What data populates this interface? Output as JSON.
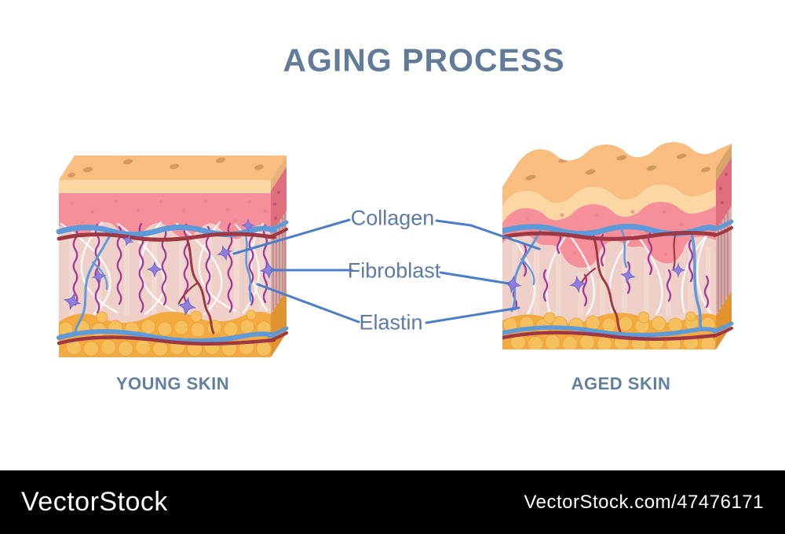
{
  "title": "AGING PROCESS",
  "annotations": {
    "collagen": "Collagen",
    "fibroblast": "Fibroblast",
    "elastin": "Elastin"
  },
  "diagrams": {
    "young": {
      "caption": "YOUNG SKIN"
    },
    "aged": {
      "caption": "AGED SKIN"
    }
  },
  "watermark": {
    "brand": "VectorStock",
    "attribution": "VectorStock.com/47476171"
  },
  "colors": {
    "title_text": "#617b99",
    "caption_text": "#64809f",
    "annotation_text": "#5d7aa6",
    "leader_line": "#4a7ec8",
    "skin_surface": "#f8bd7f",
    "surface_pore": "#d9985c",
    "stratum_corneum": "#fcd7a4",
    "epidermis_pink": "#f5909a",
    "dermis": "#eed0c8",
    "collagen_fiber": "#a23a9c",
    "elastin_fiber": "#ffffff",
    "fibroblast_cell": "#8d7fdc",
    "vein_blue": "#5d9ad9",
    "artery_red": "#9d3844",
    "fat_layer": "#f3aa41",
    "fat_cell": "#f7c05e",
    "watermark_bg": "#000000",
    "watermark_text": "#ffffff"
  }
}
